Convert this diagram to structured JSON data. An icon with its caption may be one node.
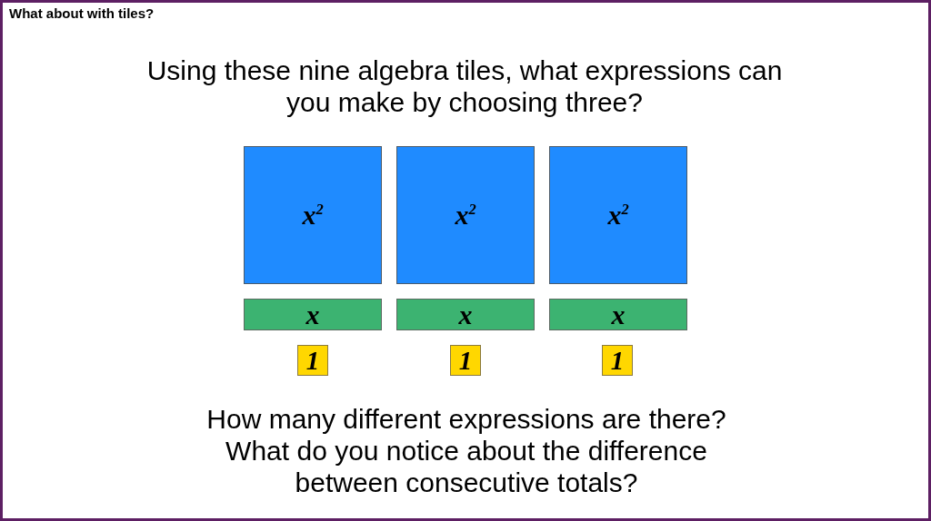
{
  "diagram": {
    "title": "What about with tiles?",
    "nodes": [
      {
        "text": [
          "x$^{2}$"
        ]
      },
      {
        "text": [
          "x$^{2}$"
        ]
      },
      {
        "text": [
          "x$^{2}$"
        ]
      },
      {
        "text": [
          "x"
        ]
      },
      {
        "text": [
          "x"
        ]
      },
      {
        "text": [
          "x"
        ]
      },
      {
        "text": [
          "1"
        ]
      },
      {
        "text": [
          "1"
        ]
      },
      {
        "text": [
          "1"
        ]
      }
    ],
    "labels": [
      "Using these nine algebra tiles, what expressions can you make by choosing three?",
      "How many different expressions are there? What do you notice about the difference between consecutive totals?"
    ]
  }
}
